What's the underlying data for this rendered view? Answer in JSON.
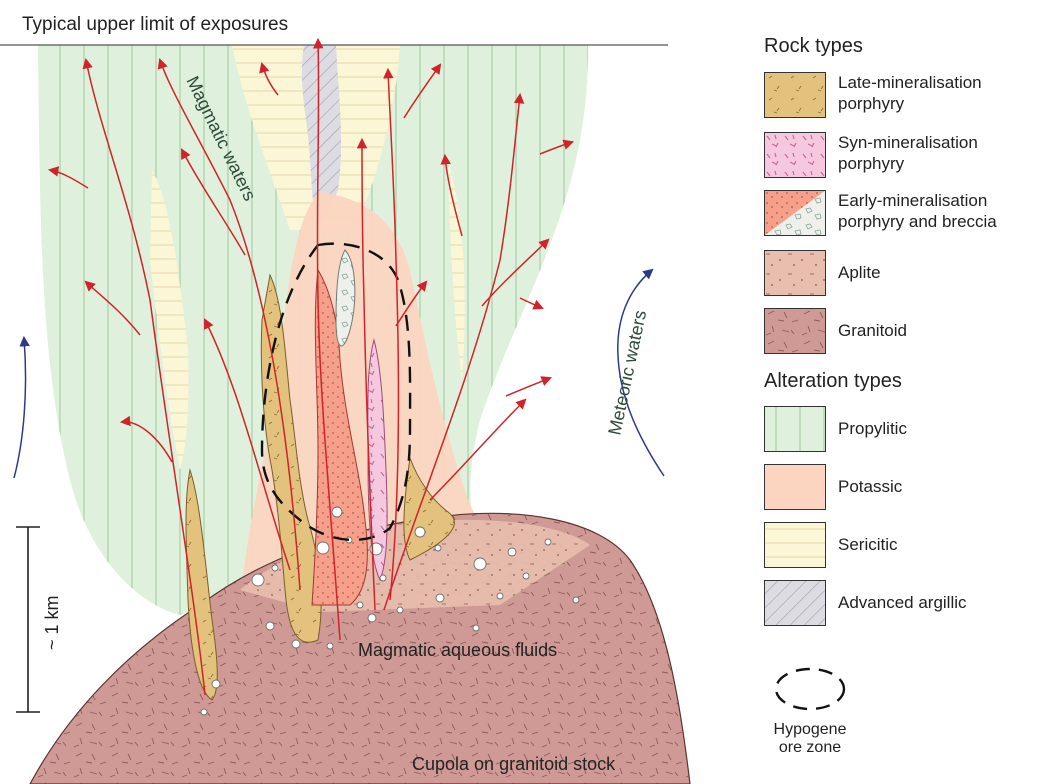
{
  "diagram": {
    "top_label": "Typical upper limit of exposures",
    "magmatic_waters": "Magmatic waters",
    "meteoric_waters": "Meteoric waters",
    "magmatic_fluids": "Magmatic aqueous fluids",
    "cupola": "Cupola on granitoid stock",
    "scale": "~ 1 km"
  },
  "legend": {
    "rock_heading": "Rock types",
    "rock_types": [
      {
        "line1": "Late-mineralisation",
        "line2": "porphyry",
        "color": "#e2c27d"
      },
      {
        "line1": "Syn-mineralisation",
        "line2": "porphyry",
        "color": "#f5c8e0"
      },
      {
        "line1": "Early-mineralisation",
        "line2": "porphyry and breccia",
        "color": "#f5a08a"
      },
      {
        "line1": "Aplite",
        "line2": "",
        "color": "#e8bfae"
      },
      {
        "line1": "Granitoid",
        "line2": "",
        "color": "#cf9a96"
      }
    ],
    "alteration_heading": "Alteration types",
    "alteration_types": [
      {
        "label": "Propylitic",
        "color": "#dff1dc"
      },
      {
        "label": "Potassic",
        "color": "#fbd5c0"
      },
      {
        "label": "Sericitic",
        "color": "#fbf6d6"
      },
      {
        "label": "Advanced argillic",
        "color": "#dcdce2"
      }
    ],
    "ore_zone": {
      "line1": "Hypogene",
      "line2": "ore zone"
    }
  }
}
